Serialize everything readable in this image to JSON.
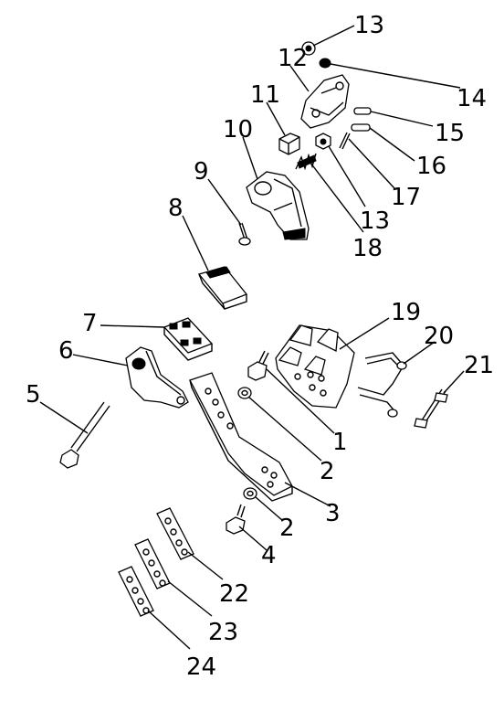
{
  "callouts": [
    "1",
    "2",
    "2",
    "3",
    "4",
    "5",
    "6",
    "7",
    "8",
    "9",
    "10",
    "11",
    "12",
    "13",
    "13",
    "14",
    "15",
    "16",
    "17",
    "18",
    "19",
    "20",
    "21",
    "22",
    "23",
    "24"
  ]
}
